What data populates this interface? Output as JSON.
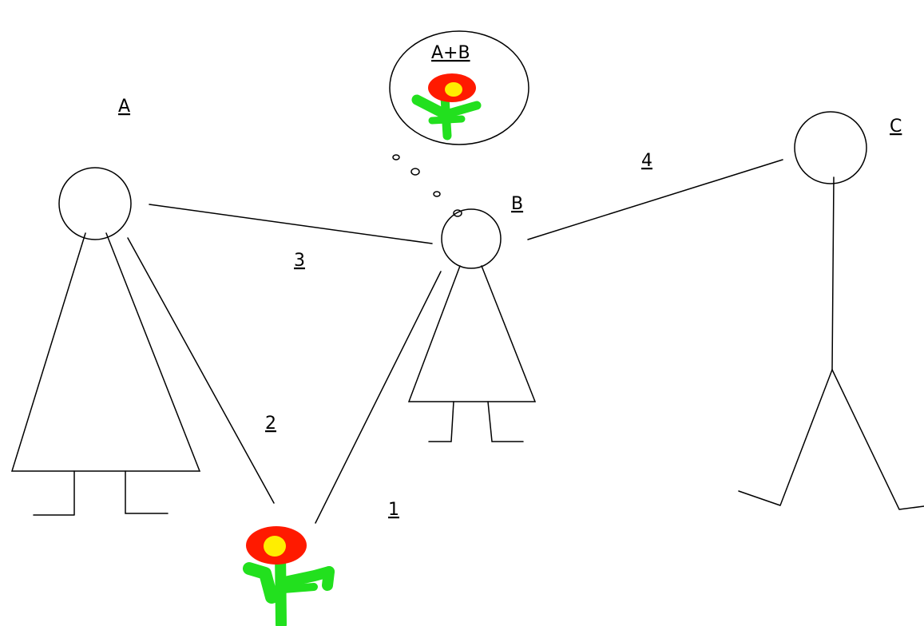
{
  "labels": {
    "person_a": "A",
    "person_b": "B",
    "person_c": "C",
    "thought": "A+B",
    "relation_1": "1",
    "relation_2": "2",
    "relation_3": "3",
    "relation_4": "4"
  },
  "colors": {
    "ink": "#000000",
    "petal": "#ff1a00",
    "flower_center": "#ffee00",
    "stem": "#22e01e",
    "background": "#ffffff"
  }
}
